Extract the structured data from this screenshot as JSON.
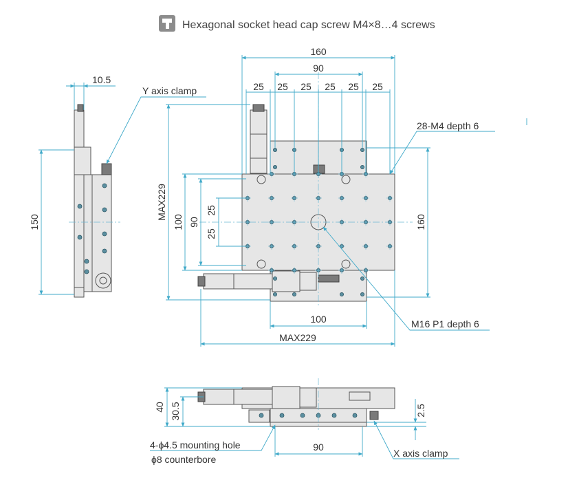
{
  "header": {
    "icon": "screw-icon",
    "text": "Hexagonal socket head cap screw M4×8…4 screws"
  },
  "colors": {
    "dimension_line": "#3fa9c9",
    "body": "#e6e6e6",
    "outline": "#555555",
    "hole": "#5b8fa0"
  },
  "top_view": {
    "dim_160_top": "160",
    "dim_90_top": "90",
    "pitch": [
      "25",
      "25",
      "25",
      "25",
      "25",
      "25"
    ],
    "dim_max229_left": "MAX229",
    "dim_100_left": "100",
    "dim_90_left": "90",
    "dim_25_upper": "25",
    "dim_25_lower": "25",
    "dim_160_right": "160",
    "dim_100_bottom": "100",
    "dim_max229_bottom": "MAX229",
    "label_tapped_holes": "28-M4 depth 6",
    "label_center_hole": "M16 P1 depth 6"
  },
  "side_view": {
    "dim_10_5": "10.5",
    "dim_150": "150",
    "label_y_clamp": "Y axis clamp"
  },
  "front_view": {
    "dim_40": "40",
    "dim_30_5": "30.5",
    "dim_2_5": "2.5",
    "dim_90": "90",
    "label_mounting_hole": "4-ϕ4.5 mounting hole",
    "label_counterbore": "ϕ8 counterbore",
    "label_x_clamp": "X axis clamp"
  }
}
